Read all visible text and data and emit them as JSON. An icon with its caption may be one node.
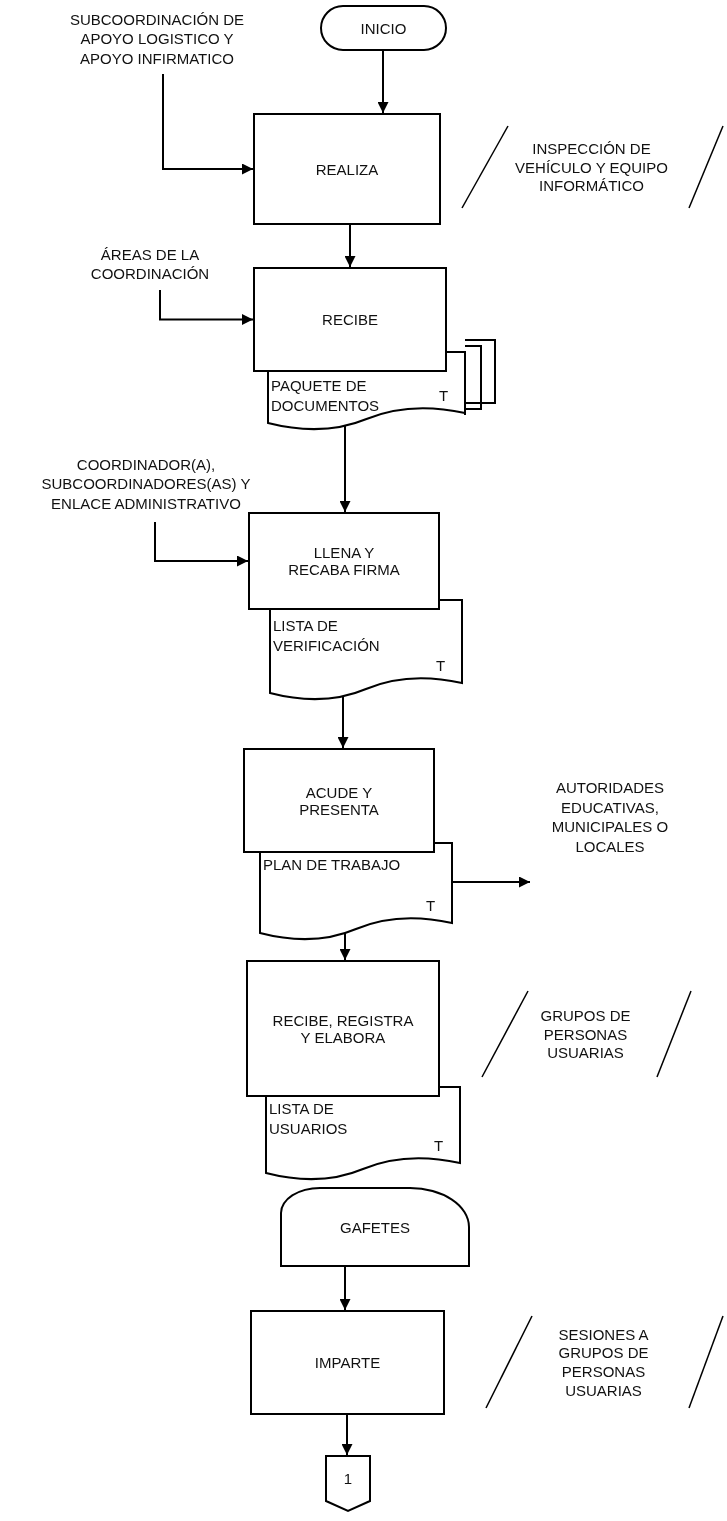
{
  "diagram": {
    "nodes": [
      {
        "text": [
          "INICIO"
        ]
      },
      {
        "text": [
          "SUBCOORDINACIÓN DE APOYO LOGISTICO Y APOYO INFIRMATICO"
        ]
      },
      {
        "text": [
          "REALIZA"
        ]
      },
      {
        "text": [
          "INSPECCIÓN DE VEHÍCULO Y EQUIPO INFORMÁTICO"
        ]
      },
      {
        "text": [
          "ÁREAS DE LA COORDINACIÓN"
        ]
      },
      {
        "text": [
          "RECIBE"
        ]
      },
      {
        "text": [
          "PAQUETE DE DOCUMENTOS",
          "T"
        ]
      },
      {
        "text": [
          "COORDINADOR(A), SUBCOORDINADORES(AS) Y ENLACE ADMINISTRATIVO"
        ]
      },
      {
        "text": [
          "LLENA Y RECABA FIRMA"
        ]
      },
      {
        "text": [
          "LISTA DE VERIFICACIÓN",
          "T"
        ]
      },
      {
        "text": [
          "ACUDE Y PRESENTA"
        ]
      },
      {
        "text": [
          "PLAN DE TRABAJO",
          "T"
        ]
      },
      {
        "text": [
          "AUTORIDADES EDUCATIVAS, MUNICIPALES O LOCALES"
        ]
      },
      {
        "text": [
          "RECIBE, REGISTRA Y ELABORA"
        ]
      },
      {
        "text": [
          "GRUPOS DE PERSONAS USUARIAS"
        ]
      },
      {
        "text": [
          "LISTA DE USUARIOS",
          "T"
        ]
      },
      {
        "text": [
          "GAFETES"
        ]
      },
      {
        "text": [
          "IMPARTE"
        ]
      },
      {
        "text": [
          "SESIONES A GRUPOS DE PERSONAS USUARIAS"
        ]
      },
      {
        "text": [
          "1"
        ]
      }
    ],
    "edges": [
      {
        "from": 0,
        "to": 2,
        "arrow": "to"
      },
      {
        "from": 1,
        "to": 2,
        "arrow": "to"
      },
      {
        "from": 2,
        "to": 5,
        "arrow": "to"
      },
      {
        "from": 4,
        "to": 5,
        "arrow": "to"
      },
      {
        "from": 6,
        "to": 8,
        "arrow": "to"
      },
      {
        "from": 7,
        "to": 8,
        "arrow": "to"
      },
      {
        "from": 9,
        "to": 10,
        "arrow": "to"
      },
      {
        "from": 11,
        "to": 12,
        "arrow": "to"
      },
      {
        "from": 11,
        "to": 13,
        "arrow": "to"
      },
      {
        "from": 16,
        "to": 17,
        "arrow": "to"
      },
      {
        "from": 17,
        "to": 19,
        "arrow": "to"
      }
    ]
  }
}
